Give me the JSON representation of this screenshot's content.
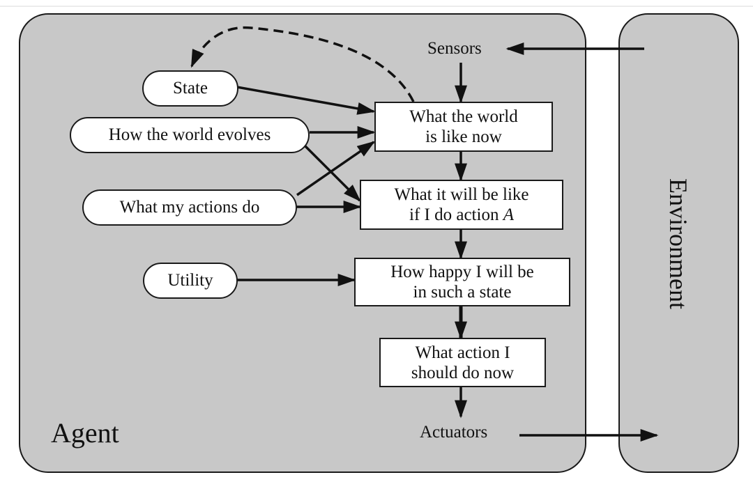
{
  "diagram": {
    "agent_label": "Agent",
    "environment_label": "Environment",
    "sensors_label": "Sensors",
    "actuators_label": "Actuators",
    "inputs": {
      "state": "State",
      "world_evolves": "How the world evolves",
      "actions_do": "What my actions do",
      "utility": "Utility"
    },
    "boxes": {
      "world_now": {
        "line1": "What the world",
        "line2": "is like now"
      },
      "will_be_like": {
        "line1": "What it will be like",
        "line2_prefix": "if I do action ",
        "line2_var": "A"
      },
      "how_happy": {
        "line1": "How happy I will be",
        "line2": "in such a state"
      },
      "action_now": {
        "line1": "What action I",
        "line2": "should do now"
      }
    }
  }
}
